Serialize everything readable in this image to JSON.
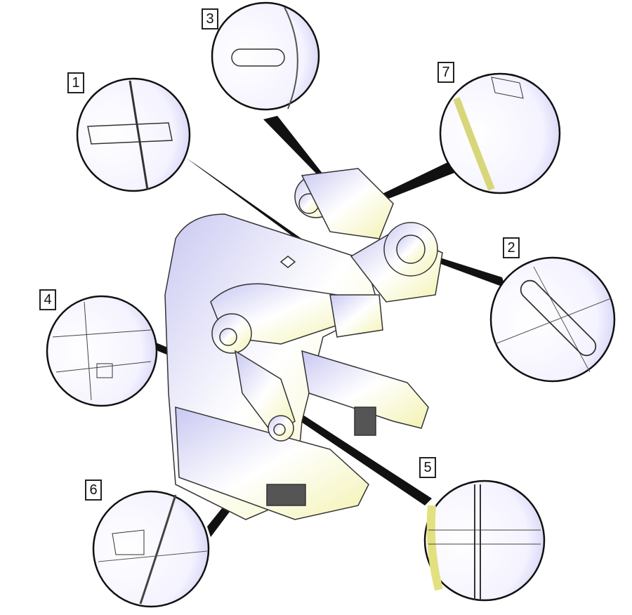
{
  "callouts": [
    {
      "id": "1",
      "label": "1"
    },
    {
      "id": "2",
      "label": "2"
    },
    {
      "id": "3",
      "label": "3"
    },
    {
      "id": "4",
      "label": "4"
    },
    {
      "id": "5",
      "label": "5"
    },
    {
      "id": "6",
      "label": "6"
    },
    {
      "id": "7",
      "label": "7"
    }
  ],
  "colors": {
    "shade": "#c9c8f2",
    "highlight": "#f3f2b0",
    "line": "#222222"
  }
}
